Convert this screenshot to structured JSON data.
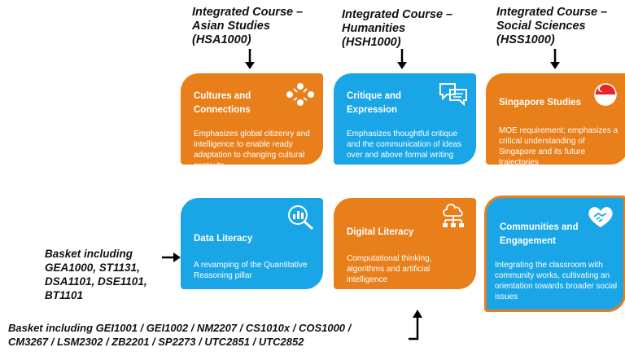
{
  "columns": [
    {
      "heading": [
        "Integrated Course –",
        "Asian Studies",
        "(HSA1000)"
      ]
    },
    {
      "heading": [
        "Integrated Course –",
        "Humanities",
        "(HSH1000)"
      ]
    },
    {
      "heading": [
        "Integrated Course –",
        "Social Sciences",
        "(HSS1000)"
      ]
    }
  ],
  "cards": [
    {
      "title": "Cultures and Connections",
      "body": "Emphasizes global citizenry and intelligence to enable ready adaptation to changing cultural contexts",
      "color": "#e87f1b",
      "icon": "people-network-icon"
    },
    {
      "title": "Critique and Expression",
      "body": "Emphasizes thoughtful critique and the communication of ideas over and above formal writing",
      "color": "#1aa6e6",
      "icon": "speech-bubbles-icon"
    },
    {
      "title": "Singapore Studies",
      "body": "MOE requirement; emphasizes a critical understanding of Singapore and its future trajectories",
      "color": "#e87f1b",
      "icon": "singapore-flag-icon"
    },
    {
      "title": "Data Literacy",
      "body": "A revamping of the Quantitative Reasoning pillar",
      "color": "#1aa6e6",
      "icon": "data-magnifier-icon"
    },
    {
      "title": "Digital Literacy",
      "body": "Computational thinking, algorithms and artificial intelligence",
      "color": "#e87f1b",
      "icon": "network-hierarchy-icon"
    },
    {
      "title": "Communities and Engagement",
      "body": "Integrating the classroom with community works, cultivating an orientation towards broader social issues",
      "color": "#1aa6e6",
      "icon": "handshake-heart-icon"
    }
  ],
  "basket_left": [
    "Basket including",
    "GEA1000, ST1131,",
    "DSA1101, DSE1101,",
    "BT1101"
  ],
  "basket_bottom": [
    "Basket including GEI1001 / GEI1002 / NM2207 / CS1010x / COS1000 /",
    "CM3267 / LSM2302 / ZB2201 / SP2273 / UTC2851 / UTC2852"
  ]
}
